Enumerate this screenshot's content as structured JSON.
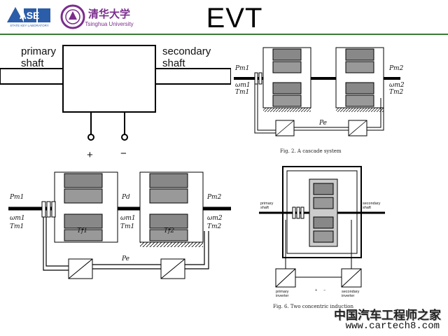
{
  "header": {
    "title": "EVT",
    "logo_left_text": "ASE",
    "logo_left_sub": "STATE KEY LABORATORY",
    "logo_right_cn": "清华大学",
    "logo_right_en": "Tsinghua University"
  },
  "diagram_main": {
    "primary_shaft_label": [
      "primary",
      "shaft"
    ],
    "secondary_shaft_label": [
      "secondary",
      "shaft"
    ],
    "plus_terminal": "+",
    "minus_terminal": "−"
  },
  "fig_cascade_small": {
    "caption": "Fig. 2.   A cascade system",
    "symbols": {
      "pm1": "Pm1",
      "wm1": "ωm1",
      "tm1": "Tm1",
      "pm2": "Pm2",
      "wm2": "ωm2",
      "tm2": "Tm2",
      "pe": "Pe"
    }
  },
  "fig_cascade_large": {
    "symbols": {
      "pm1": "Pm1",
      "wm1": "ωm1",
      "tm1": "Tm1",
      "pd": "Pd",
      "wm1b": "ωm1",
      "tm1b": "Tm1",
      "pm2": "Pm2",
      "wm2": "ωm2",
      "tm2": "Tm2",
      "tf1": "Tf1",
      "tf2": "Tf2",
      "pe": "Pe"
    }
  },
  "fig_concentric": {
    "caption": "Fig. 6.   Two concentric induction",
    "primary_shaft": [
      "primary",
      "shaft"
    ],
    "secondary_shaft": [
      "secondary",
      "shaft"
    ],
    "primary_inverter": [
      "primary",
      "inverter"
    ],
    "secondary_inverter": [
      "secondary",
      "inverter"
    ],
    "dc_plus": "+",
    "dc_minus": "−"
  },
  "watermark": {
    "cn": "中国汽车工程师之家",
    "url": "www.cartech8.com"
  }
}
